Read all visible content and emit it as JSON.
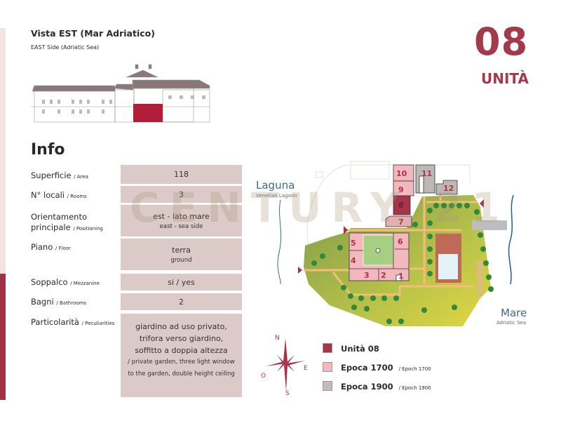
{
  "header": {
    "title": "Vista EST (Mar Adriatico)",
    "subtitle": "EAST Side (Adriatic Sea)"
  },
  "unit": {
    "number": "08",
    "label": "UNITÀ"
  },
  "info": {
    "heading": "Info",
    "rows": [
      {
        "label": "Superficie",
        "label_en": "/ Area",
        "value": "118",
        "value_en": ""
      },
      {
        "label": "N° locali",
        "label_en": "/ Rooms",
        "value": "3",
        "value_en": ""
      },
      {
        "label": "Orientamento principale",
        "label_en": "/ Positioning",
        "value": "est - lato mare",
        "value_en": "east - sea side"
      },
      {
        "label": "Piano",
        "label_en": "/ Floor",
        "value": "terra",
        "value_en": "ground"
      },
      {
        "label": "Soppalco",
        "label_en": "/ Mezzanine",
        "value": "si / yes",
        "value_en": ""
      },
      {
        "label": "Bagni",
        "label_en": "/ Bathrooms",
        "value": "2",
        "value_en": ""
      },
      {
        "label": "Particolarità",
        "label_en": "/ Peculiarities",
        "value": "giardino ad uso privato, trifora verso giardino, soffitto a doppia altezza",
        "value_en": "/ private garden, three light window to the garden, double height ceiling"
      }
    ]
  },
  "watermark": "CENTURY 21",
  "map": {
    "laguna": "Laguna",
    "laguna_en": "Venetian Lagoon",
    "mare": "Mare",
    "mare_en": "Adriatic Sea",
    "units": [
      "1",
      "2",
      "3",
      "4",
      "5",
      "6",
      "7",
      "8",
      "9",
      "10",
      "11",
      "12"
    ]
  },
  "compass": {
    "n": "N",
    "e": "E",
    "s": "S",
    "o": "O"
  },
  "legend": [
    {
      "label": "Unità 08",
      "label_en": "",
      "color": "#a8344a"
    },
    {
      "label": "Epoca 1700",
      "label_en": "/ Epoch 1700",
      "color": "#f2b8bd"
    },
    {
      "label": "Epoca 1900",
      "label_en": "/ Epoch 1900",
      "color": "#c4bcba"
    }
  ],
  "colors": {
    "accent": "#a23a4c",
    "value_bg": "#dccac8"
  }
}
